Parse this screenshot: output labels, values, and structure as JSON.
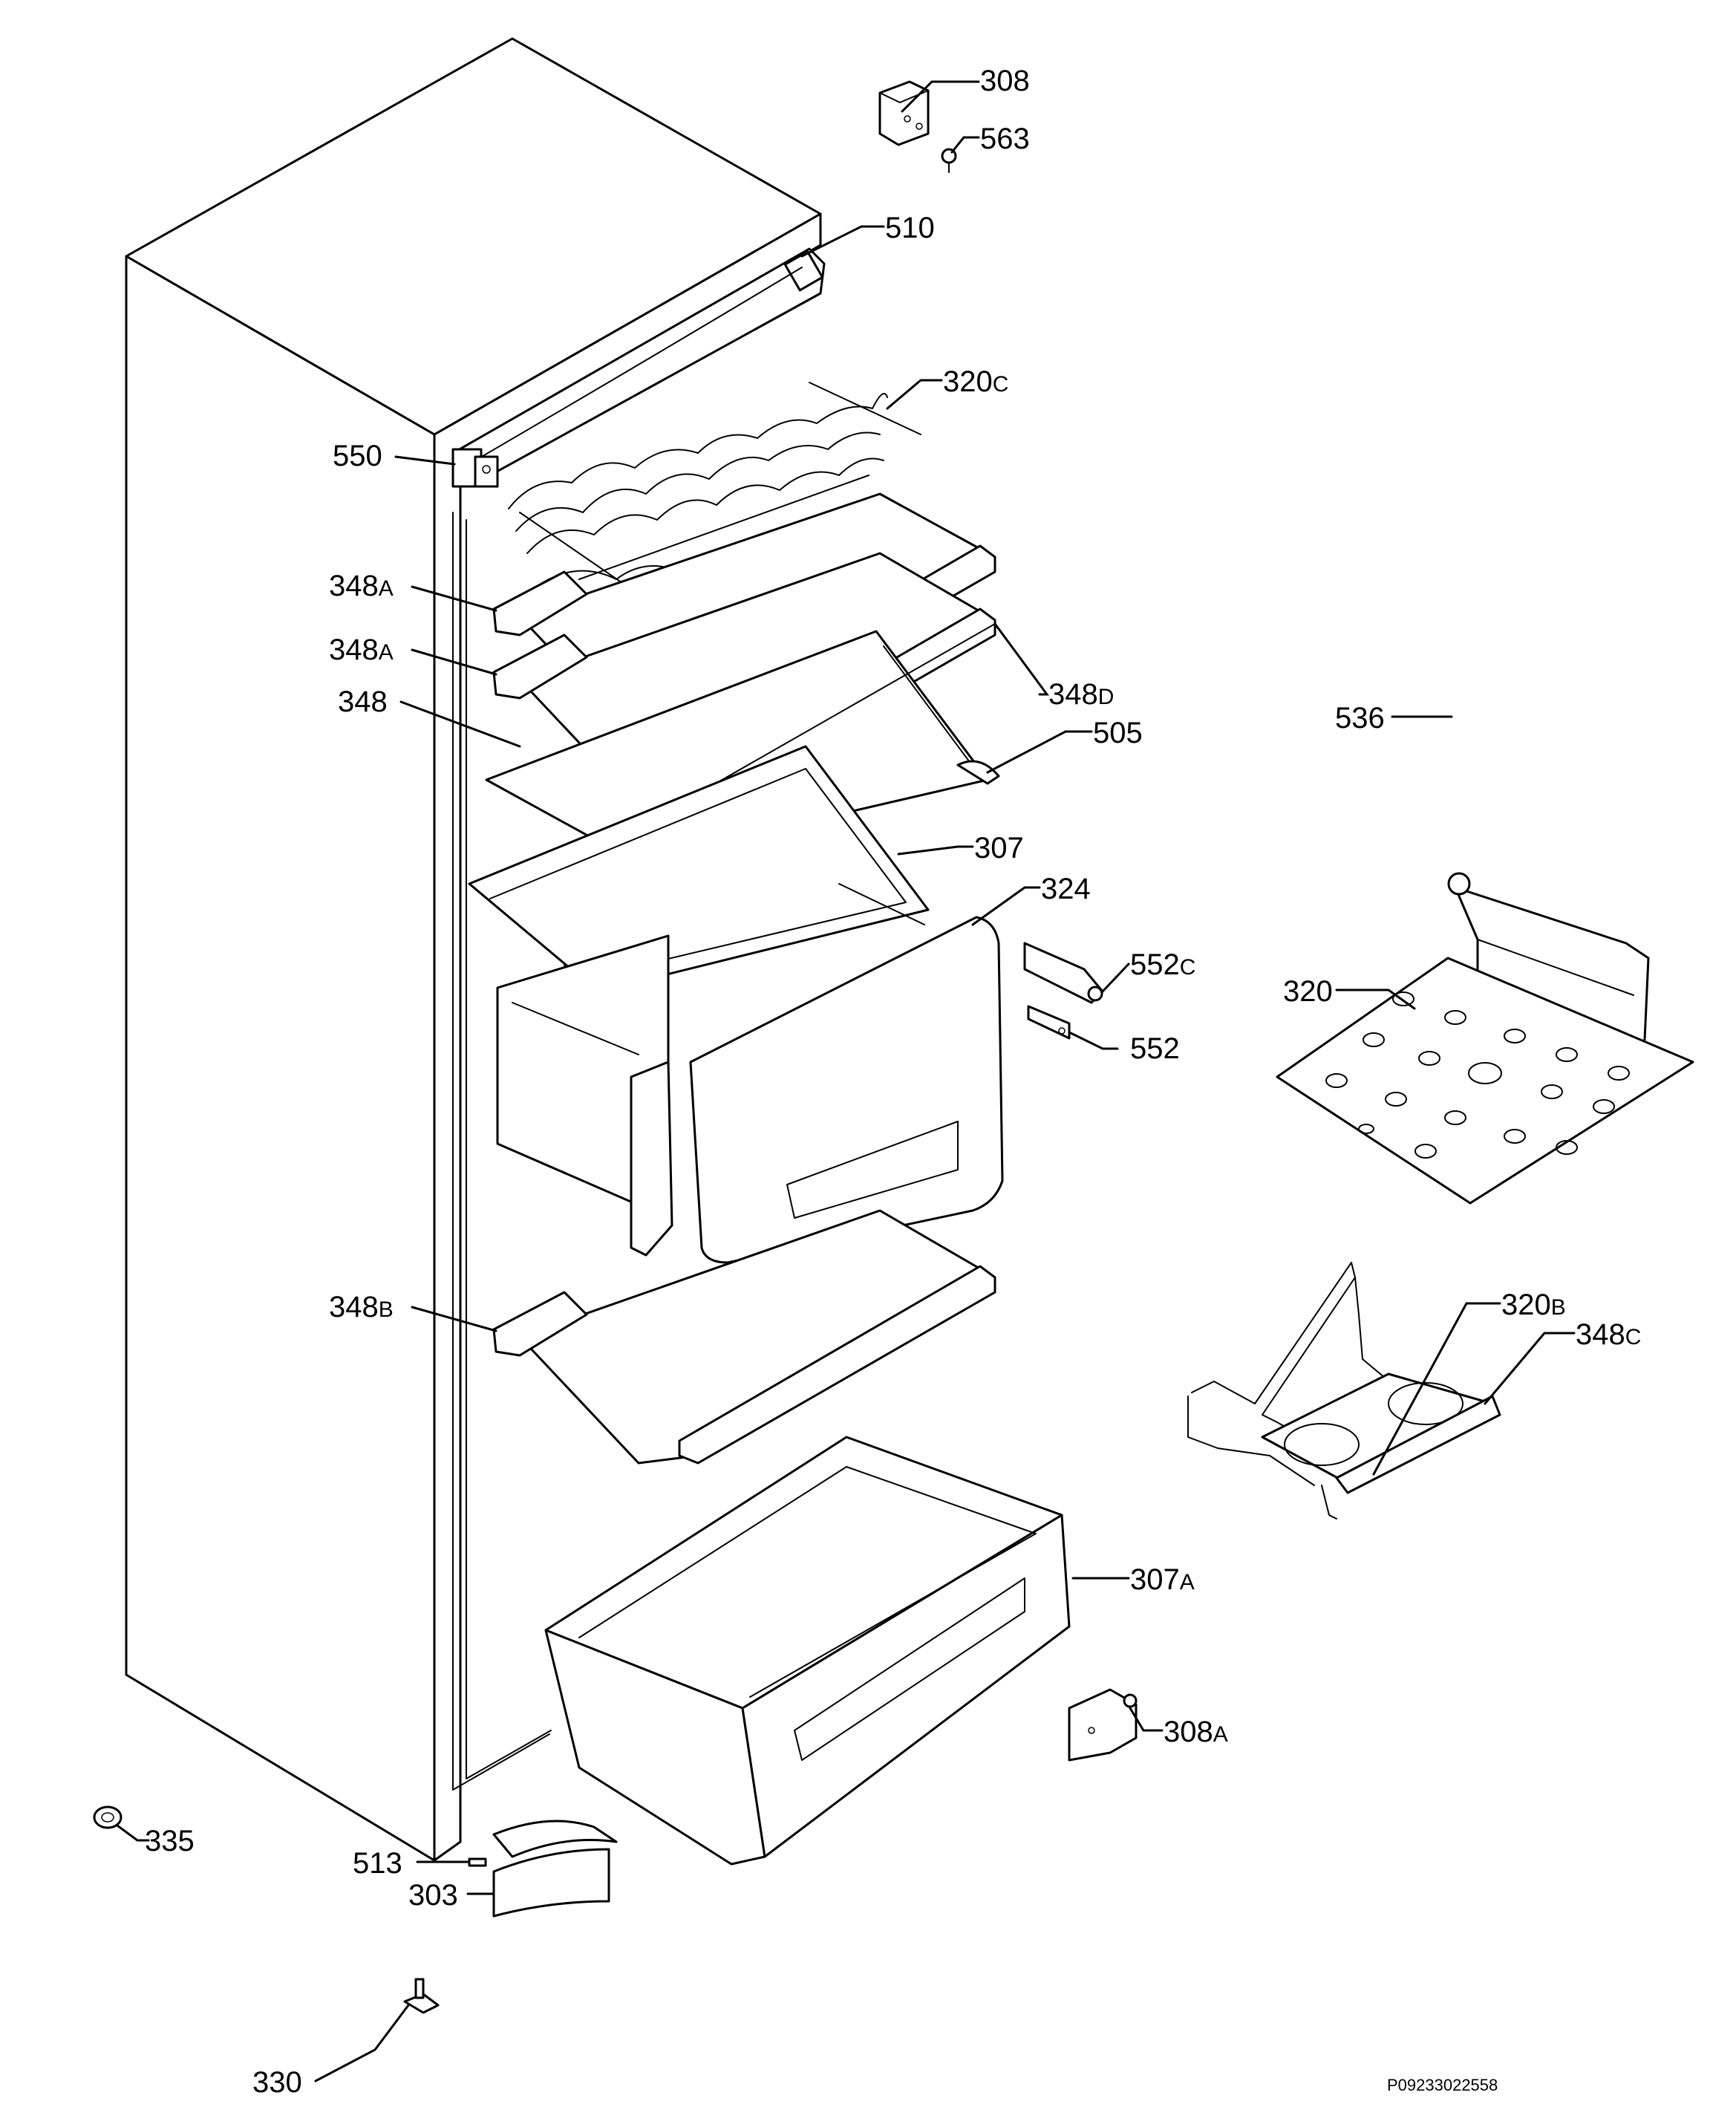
{
  "labels": {
    "l308": {
      "num": "308",
      "suf": ""
    },
    "l563": {
      "num": "563",
      "suf": ""
    },
    "l510": {
      "num": "510",
      "suf": ""
    },
    "l320c": {
      "num": "320",
      "suf": "C"
    },
    "l550": {
      "num": "550",
      "suf": ""
    },
    "l348a1": {
      "num": "348",
      "suf": "A"
    },
    "l348a2": {
      "num": "348",
      "suf": "A"
    },
    "l348": {
      "num": "348",
      "suf": ""
    },
    "l348d": {
      "num": "348",
      "suf": "D"
    },
    "l505": {
      "num": "505",
      "suf": ""
    },
    "l307": {
      "num": "307",
      "suf": ""
    },
    "l324": {
      "num": "324",
      "suf": ""
    },
    "l552c": {
      "num": "552",
      "suf": "C"
    },
    "l552": {
      "num": "552",
      "suf": ""
    },
    "l536": {
      "num": "536",
      "suf": ""
    },
    "l320": {
      "num": "320",
      "suf": ""
    },
    "l320b": {
      "num": "320",
      "suf": "B"
    },
    "l348c": {
      "num": "348",
      "suf": "C"
    },
    "l348b": {
      "num": "348",
      "suf": "B"
    },
    "l307a": {
      "num": "307",
      "suf": "A"
    },
    "l308a": {
      "num": "308",
      "suf": "A"
    },
    "l335": {
      "num": "335",
      "suf": ""
    },
    "l513": {
      "num": "513",
      "suf": ""
    },
    "l303": {
      "num": "303",
      "suf": ""
    },
    "l330": {
      "num": "330",
      "suf": ""
    }
  },
  "diagram_code": "P09233022558"
}
